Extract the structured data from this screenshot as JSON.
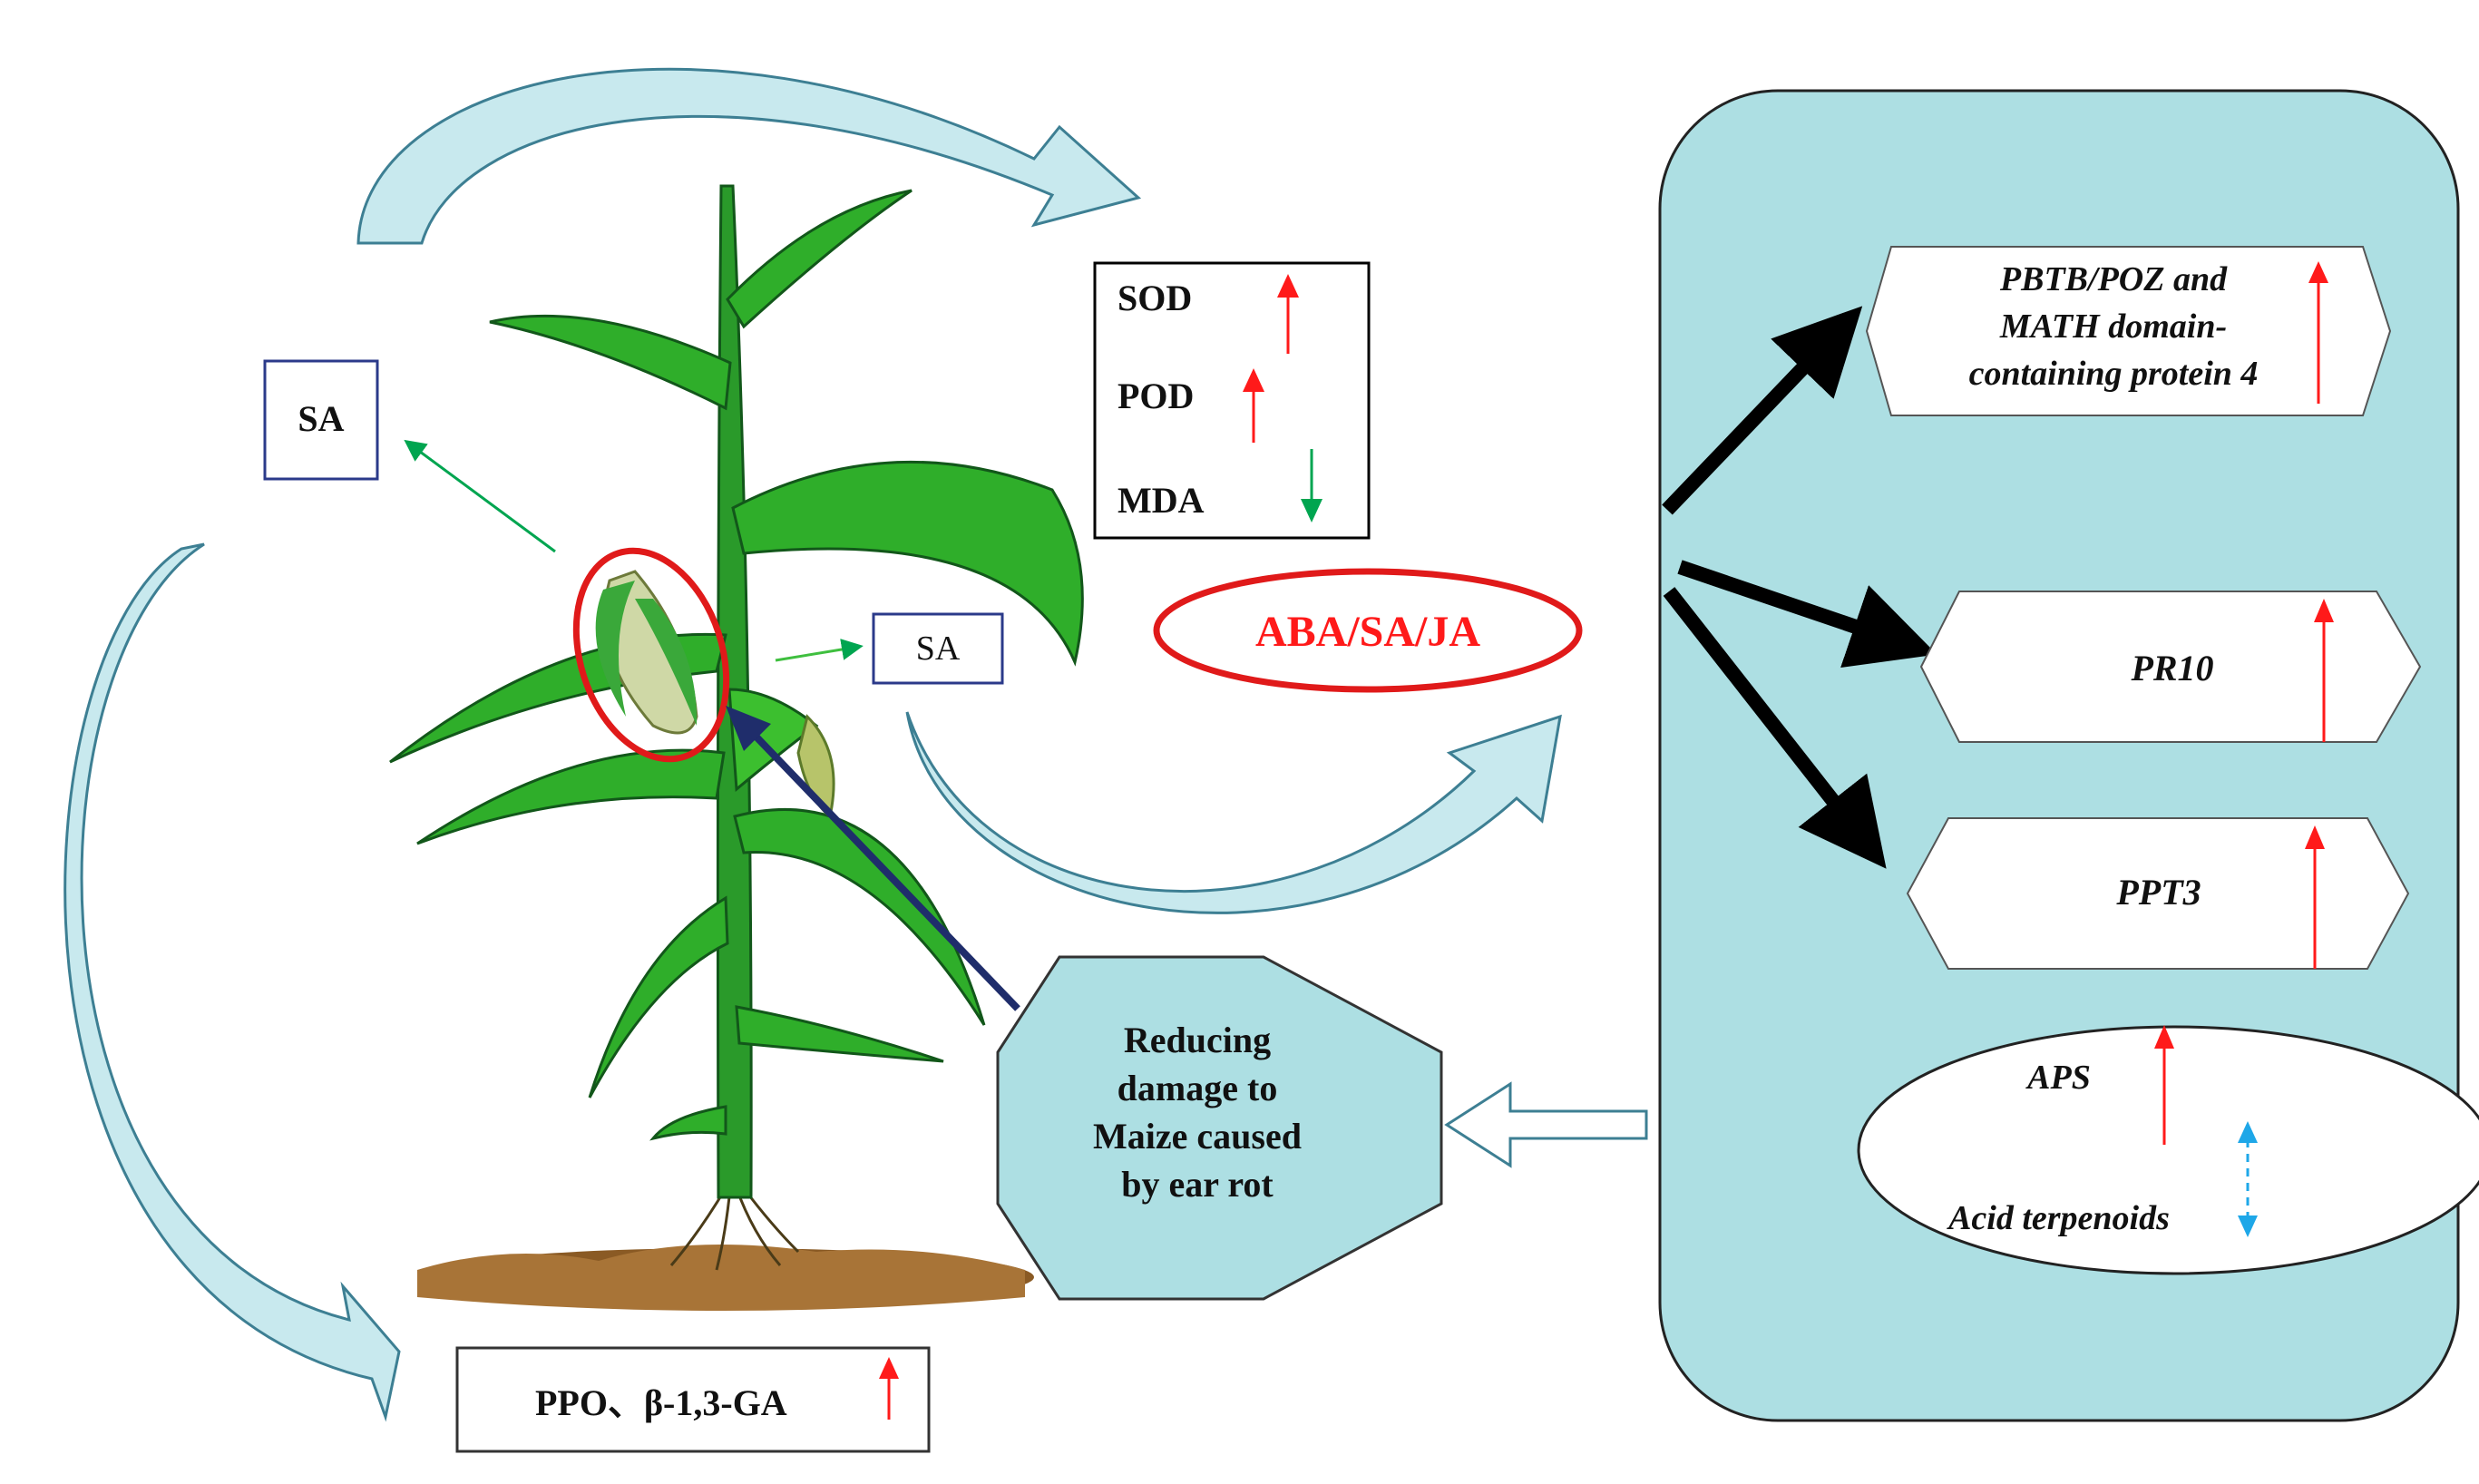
{
  "colors": {
    "curve_arrow_fill": "#c8e9ee",
    "curve_arrow_stroke": "#3d7f93",
    "panel_fill": "#addfe3",
    "red": "#ff1a1a",
    "green": "#00a550",
    "navy": "#1f2d6b",
    "dashed_blue": "#1ea7e8",
    "leaf": "#2fae2a",
    "soil": "#8a5a24"
  },
  "labels": {
    "sa_left": "SA",
    "sa_mid": "SA",
    "sod": "SOD",
    "pod": "POD",
    "mda": "MDA",
    "hormones": "ABA/SA/JA",
    "pbtb_line1": "PBTB/POZ and",
    "pbtb_line2": "MATH domain-",
    "pbtb_line3": "containing protein 4",
    "pr10": "PR10",
    "ppt3": "PPT3",
    "aps": "APS",
    "acid_terpenoids": "Acid terpenoids",
    "reducing_line1": "Reducing",
    "reducing_line2": "damage to",
    "reducing_line3": "Maize caused",
    "reducing_line4": "by ear rot",
    "ppo": "PPO、β-1,3-GA"
  },
  "icons": [
    "maize-plant-illustration",
    "ear-highlight-ellipse",
    "up-arrow",
    "down-arrow",
    "dashed-bidirectional-arrow"
  ]
}
